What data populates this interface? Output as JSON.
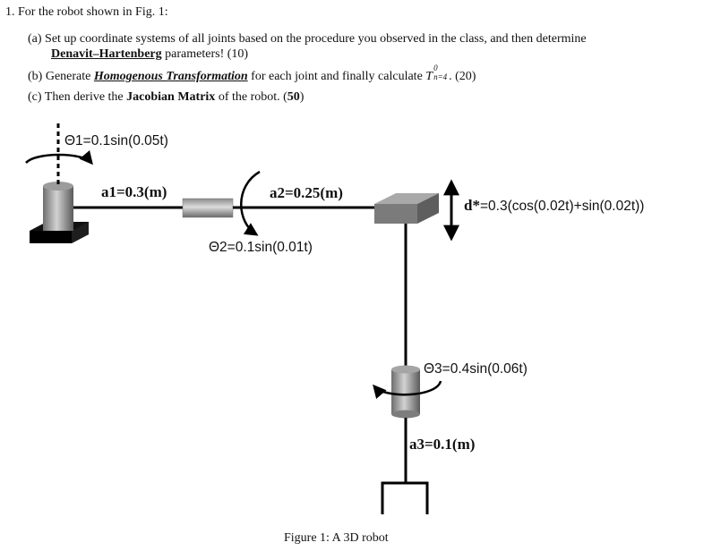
{
  "problem": {
    "intro_number": "1.",
    "intro_text": "For the robot shown in Fig. 1:",
    "parts": [
      {
        "label": "(a)",
        "text_line1": "Set up coordinate systems of all joints based on the procedure you observed in the class, and then determine",
        "text_line2_bold": "Denavit–Hartenberg",
        "text_line2_rest": "parameters! (10)"
      },
      {
        "label": "(b)",
        "prefix": "Generate",
        "emph": "Homogenous Transformation",
        "middle": "for each joint and finally calculate",
        "math_T": "T",
        "math_sup": "0",
        "math_sub": "n=4",
        "suffix": ". (20)"
      },
      {
        "label": "(c)",
        "prefix": "Then derive the",
        "bold_term": "Jacobian Matrix",
        "middle": "of the robot. (",
        "score": "50",
        "suffix": ")"
      }
    ]
  },
  "figure": {
    "theta1_label": "Θ1=0.1sin(0.05t)",
    "theta2_label": "Θ2=0.1sin(0.01t)",
    "theta3_label": "Θ3=0.4sin(0.06t)",
    "a1_label": "a1=0.3(m)",
    "a2_label": "a2=0.25(m)",
    "a3_label": "a3=0.1(m)",
    "d_label": "d*=0.3(cos(0.02t)+sin(0.02t))",
    "caption": "Figure 1: A 3D robot"
  }
}
